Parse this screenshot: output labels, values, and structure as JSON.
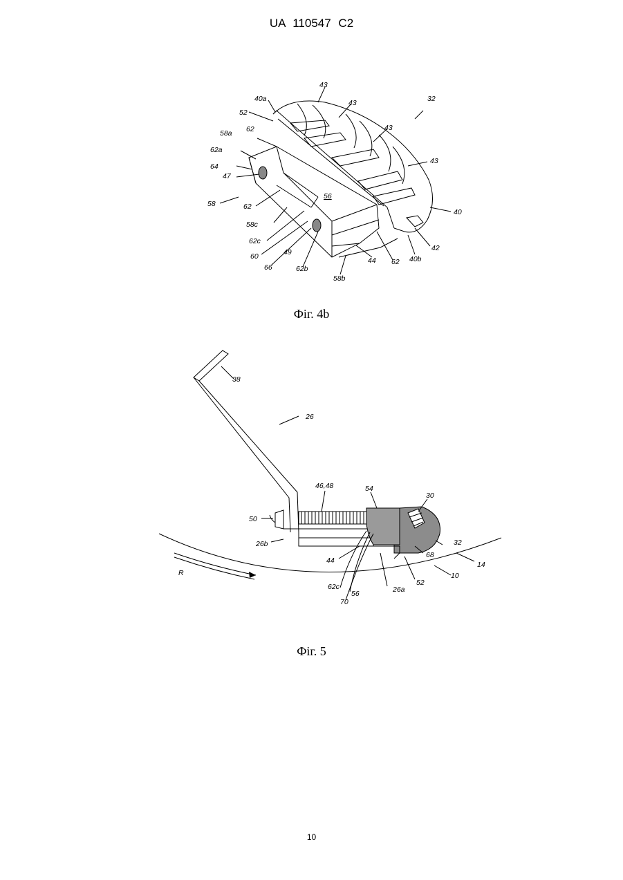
{
  "header": {
    "patent_number": "UA   110547   C2"
  },
  "figure_4b": {
    "caption": "Фіг. 4b",
    "labels": {
      "l32": "32",
      "l43a": "43",
      "l43b": "43",
      "l43c": "43",
      "l43d": "43",
      "l40a": "40a",
      "l52": "52",
      "l58a": "58a",
      "l62top": "62",
      "l62a": "62a",
      "l64": "64",
      "l47": "47",
      "l58": "58",
      "l62mid": "62",
      "l56": "56",
      "l58c": "58c",
      "l62c": "62c",
      "l60": "60",
      "l49": "49",
      "l66": "66",
      "l62b": "62b",
      "l58b": "58b",
      "l44": "44",
      "l62bot": "62",
      "l40b": "40b",
      "l42": "42",
      "l40": "40"
    }
  },
  "figure_5": {
    "caption": "Фіг. 5",
    "labels": {
      "l38": "38",
      "l26": "26",
      "l46_48": "46,48",
      "l54": "54",
      "l30": "30",
      "l50": "50",
      "l26b": "26b",
      "l32": "32",
      "l68": "68",
      "l14": "14",
      "l44": "44",
      "l52": "52",
      "l10": "10",
      "lR": "R",
      "l26a": "26a",
      "l62c": "62c",
      "l56": "56",
      "l70": "70"
    }
  },
  "footer": {
    "page_number": "10"
  }
}
